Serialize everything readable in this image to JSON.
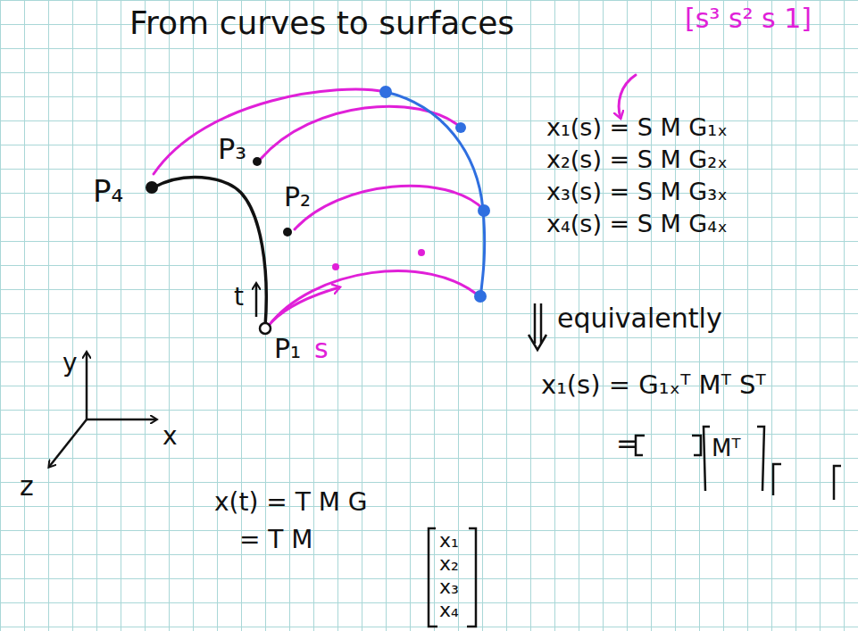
{
  "diagram": {
    "title": "From curves to surfaces",
    "labels": [
      "[s³ s² s 1]",
      "P₄",
      "P₃",
      "P₂",
      "P₁",
      "t",
      "s",
      "y",
      "x",
      "z",
      "x₁(s) = S M G₁ₓ",
      "x₂(s) = S M G₂ₓ",
      "x₃(s) = S M G₃ₓ",
      "x₄(s) = S M G₄ₓ",
      "equivalently",
      "x₁(s) = G₁ₓᵀ Mᵀ Sᵀ",
      "=",
      "Mᵀ",
      "x(t) = T M G",
      "= T M",
      "x₁",
      "x₂",
      "x₃",
      "x₄"
    ]
  }
}
